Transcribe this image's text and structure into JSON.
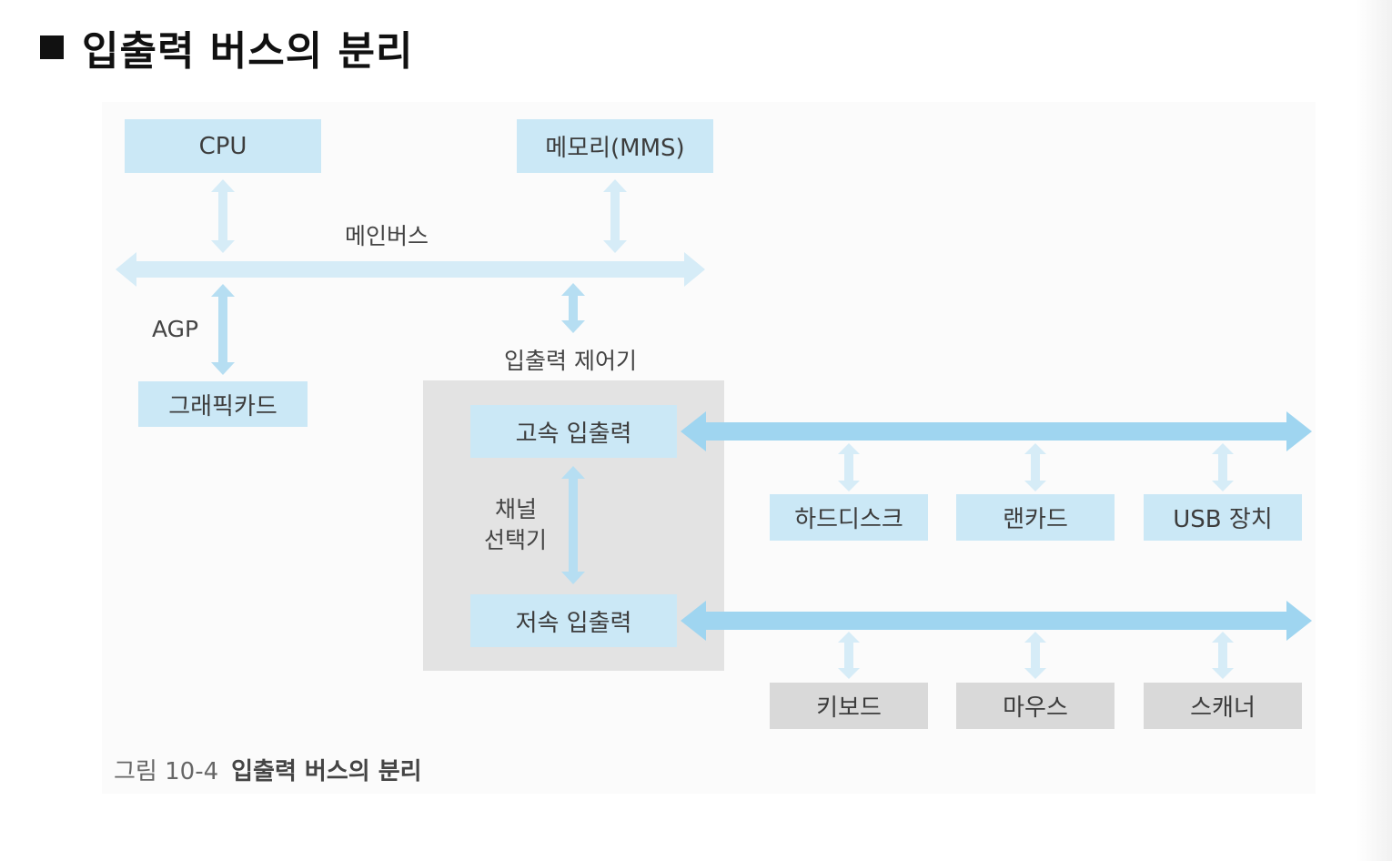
{
  "heading": "입출력 버스의 분리",
  "boxes": {
    "cpu": "CPU",
    "memory": "메모리(MMS)",
    "graphics_card": "그래픽카드",
    "high_speed_io": "고속 입출력",
    "low_speed_io": "저속 입출력",
    "hard_disk": "하드디스크",
    "lan_card": "랜카드",
    "usb_device": "USB 장치",
    "keyboard": "키보드",
    "mouse": "마우스",
    "scanner": "스캐너"
  },
  "labels": {
    "main_bus": "메인버스",
    "agp": "AGP",
    "io_controller": "입출력 제어기",
    "channel_selector_line1": "채널",
    "channel_selector_line2": "선택기"
  },
  "caption": {
    "number": "그림 10-4",
    "text": "입출력 버스의 분리"
  },
  "colors": {
    "arrow_light": "#d6ecf7",
    "arrow_strong": "#9fd5f0",
    "box_blue": "#cbe8f6",
    "box_gray": "#d9d9d9",
    "io_zone": "#e3e3e3"
  }
}
